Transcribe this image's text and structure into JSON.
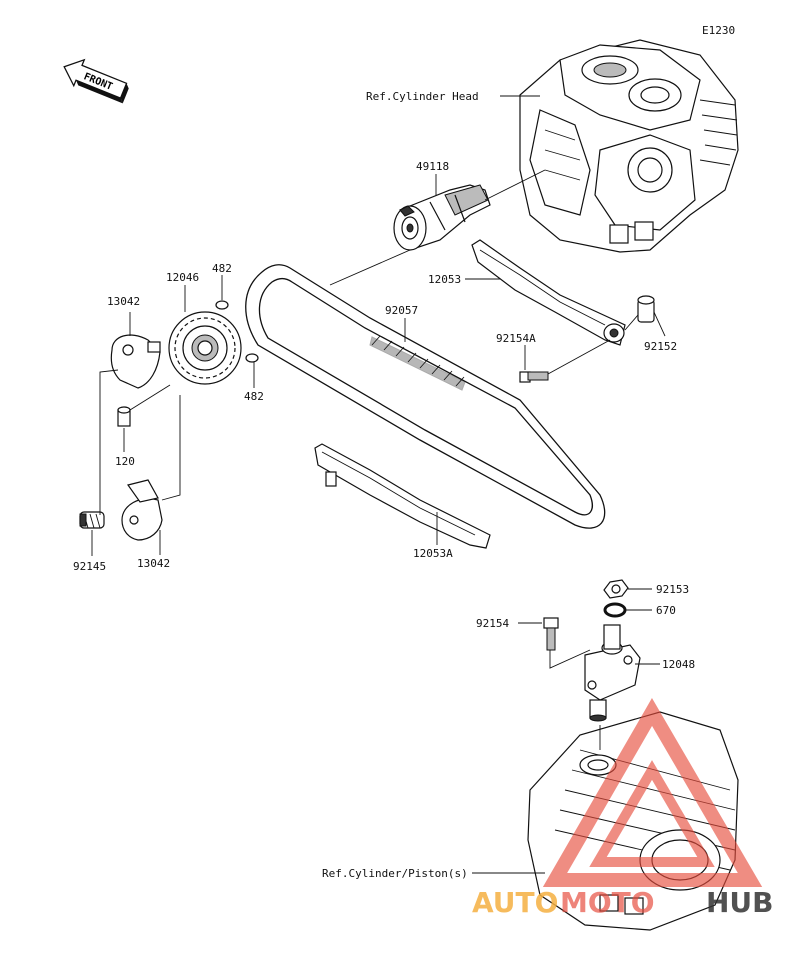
{
  "diagram_code": "E1230",
  "front_label": "FRONT",
  "watermark": {
    "text_part1": "AUTO",
    "text_part2": "MOTO",
    "text_part3": "HUB",
    "color_orange": "#f5b041",
    "color_red": "#e74c3c",
    "color_dark": "#333333"
  },
  "labels": {
    "ref_cylinder_head": "Ref.Cylinder Head",
    "ref_cylinder_piston": "Ref.Cylinder/Piston(s)",
    "p49118": "49118",
    "p12053": "12053",
    "p12053A": "12053A",
    "p92057": "92057",
    "p92154A": "92154A",
    "p92152": "92152",
    "p12046": "12046",
    "p482_top": "482",
    "p482_bottom": "482",
    "p13042_top": "13042",
    "p13042_bottom": "13042",
    "p120": "120",
    "p92145": "92145",
    "p92153": "92153",
    "p670": "670",
    "p92154": "92154",
    "p12048": "12048"
  }
}
